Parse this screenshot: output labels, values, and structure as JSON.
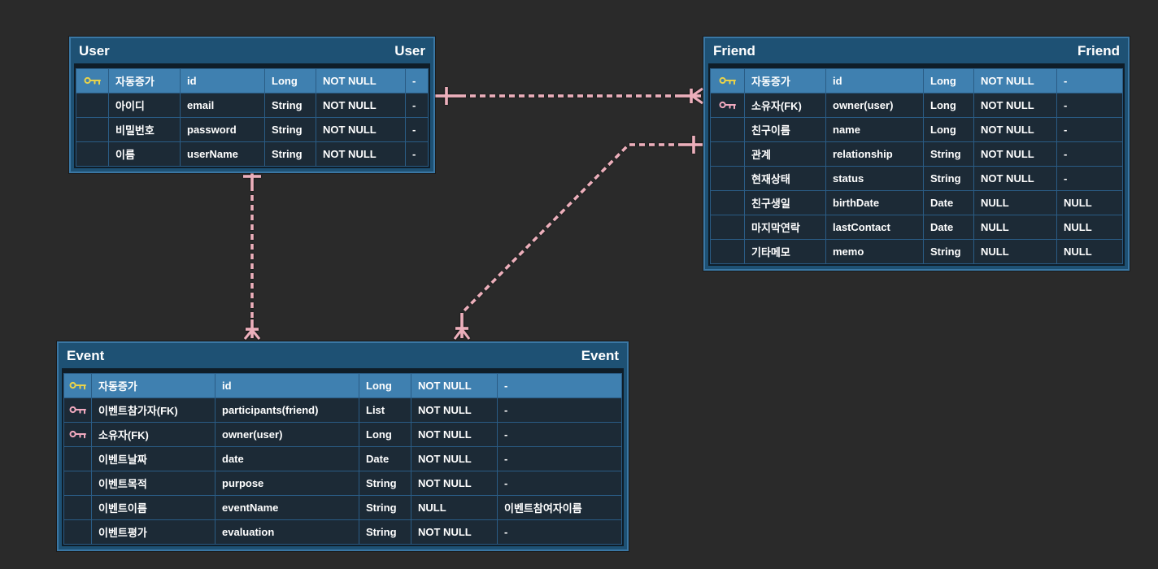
{
  "app": {
    "type": "erd-canvas"
  },
  "colors": {
    "canvas_bg": "#2a2a2a",
    "table_title_bg": "#1e5174",
    "table_outer_border": "#3a77a4",
    "pk_row_bg": "#3f80b0",
    "row_bg": "#1c2a36",
    "grid_line": "#2a5c85",
    "relation_line": "#ecafbb",
    "pk_key_color": "#e8d24b",
    "fk_key_color": "#f0a9be",
    "text_color": "#ffffff"
  },
  "tables": [
    {
      "logical_name": "User",
      "physical_name": "User",
      "columns": [
        {
          "key": "pk",
          "pk": true,
          "name": "자동증가",
          "physical": "id",
          "type": "Long",
          "nullable": "NOT NULL",
          "default": "-"
        },
        {
          "key": "",
          "pk": false,
          "name": "아이디",
          "physical": "email",
          "type": "String",
          "nullable": "NOT NULL",
          "default": "-"
        },
        {
          "key": "",
          "pk": false,
          "name": "비밀번호",
          "physical": "password",
          "type": "String",
          "nullable": "NOT NULL",
          "default": "-"
        },
        {
          "key": "",
          "pk": false,
          "name": "이름",
          "physical": "userName",
          "type": "String",
          "nullable": "NOT NULL",
          "default": "-"
        }
      ]
    },
    {
      "logical_name": "Friend",
      "physical_name": "Friend",
      "columns": [
        {
          "key": "pk",
          "pk": true,
          "name": "자동증가",
          "physical": "id",
          "type": "Long",
          "nullable": "NOT NULL",
          "default": "-"
        },
        {
          "key": "fk",
          "pk": false,
          "name": "소유자(FK)",
          "physical": "owner(user)",
          "type": "Long",
          "nullable": "NOT NULL",
          "default": "-"
        },
        {
          "key": "",
          "pk": false,
          "name": "친구이름",
          "physical": "name",
          "type": "Long",
          "nullable": "NOT NULL",
          "default": "-"
        },
        {
          "key": "",
          "pk": false,
          "name": "관계",
          "physical": "relationship",
          "type": "String",
          "nullable": "NOT NULL",
          "default": "-"
        },
        {
          "key": "",
          "pk": false,
          "name": "현재상태",
          "physical": "status",
          "type": "String",
          "nullable": "NOT NULL",
          "default": "-"
        },
        {
          "key": "",
          "pk": false,
          "name": "친구생일",
          "physical": "birthDate",
          "type": "Date",
          "nullable": "NULL",
          "default": "NULL"
        },
        {
          "key": "",
          "pk": false,
          "name": "마지막연락",
          "physical": "lastContact",
          "type": "Date",
          "nullable": "NULL",
          "default": "NULL"
        },
        {
          "key": "",
          "pk": false,
          "name": "기타메모",
          "physical": "memo",
          "type": "String",
          "nullable": "NULL",
          "default": "NULL"
        }
      ]
    },
    {
      "logical_name": "Event",
      "physical_name": "Event",
      "columns": [
        {
          "key": "pk",
          "pk": true,
          "name": "자동증가",
          "physical": "id",
          "type": "Long",
          "nullable": "NOT NULL",
          "default": "-"
        },
        {
          "key": "fk",
          "pk": false,
          "name": "이벤트참가자(FK)",
          "physical": "participants(friend)",
          "type": "List",
          "nullable": "NOT NULL",
          "default": "-"
        },
        {
          "key": "fk",
          "pk": false,
          "name": "소유자(FK)",
          "physical": "owner(user)",
          "type": "Long",
          "nullable": "NOT NULL",
          "default": "-"
        },
        {
          "key": "",
          "pk": false,
          "name": "이벤트날짜",
          "physical": "date",
          "type": "Date",
          "nullable": "NOT NULL",
          "default": "-"
        },
        {
          "key": "",
          "pk": false,
          "name": "이벤트목적",
          "physical": "purpose",
          "type": "String",
          "nullable": "NOT NULL",
          "default": "-"
        },
        {
          "key": "",
          "pk": false,
          "name": "이벤트이름",
          "physical": "eventName",
          "type": "String",
          "nullable": "NULL",
          "default": "이벤트참여자이름"
        },
        {
          "key": "",
          "pk": false,
          "name": "이벤트평가",
          "physical": "evaluation",
          "type": "String",
          "nullable": "NOT NULL",
          "default": "-"
        }
      ]
    }
  ],
  "relations": [
    {
      "from_table": "User",
      "to_table": "Friend",
      "cardinality": "one-to-many",
      "line_style": "dashed"
    },
    {
      "from_table": "User",
      "to_table": "Event",
      "cardinality": "one-to-many",
      "line_style": "dashed"
    },
    {
      "from_table": "Friend",
      "to_table": "Event",
      "cardinality": "one-to-many",
      "line_style": "dashed"
    }
  ]
}
